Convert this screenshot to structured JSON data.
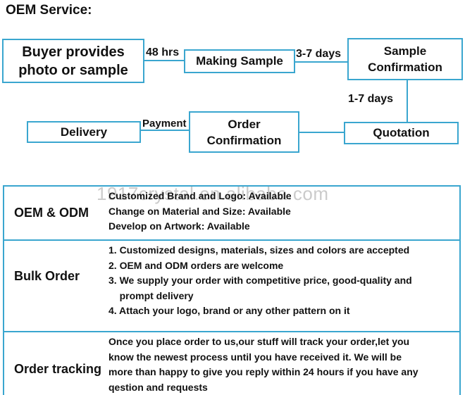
{
  "title": "OEM Service:",
  "watermark": "1917crystal.en.alibaba.com",
  "colors": {
    "accent": "#3aa6cf",
    "text": "#111111",
    "watermark": "#b0b0b0"
  },
  "flowchart": {
    "buyer": "Buyer provides\nphoto or sample",
    "making_sample": "Making Sample",
    "sample_confirmation": "Sample\nConfirmation",
    "quotation": "Quotation",
    "order_confirmation": "Order\nConfirmation",
    "delivery": "Delivery",
    "labels": {
      "buyer_to_making": "48 hrs",
      "making_to_sample": "3-7 days",
      "sample_to_quotation": "1-7 days",
      "order_to_delivery": "Payment"
    }
  },
  "table": {
    "rows": [
      {
        "label": "OEM & ODM",
        "content": "Customized Brand and Logo: Available\nChange on Material and Size: Available\nDevelop on Artwork: Available"
      },
      {
        "label": "Bulk Order",
        "content": "1. Customized designs, materials, sizes and colors are accepted\n2. OEM and ODM orders are welcome\n3. We supply your order with competitive price, good-quality and\n    prompt delivery\n4. Attach your logo, brand or any other pattern on it"
      },
      {
        "label": "Order tracking",
        "content": "Once you place order to us,our stuff will track your order,let you\nknow the newest process until you have received it. We will be\nmore than happy to give you reply within 24 hours if you have any\nqestion and requests"
      }
    ]
  }
}
